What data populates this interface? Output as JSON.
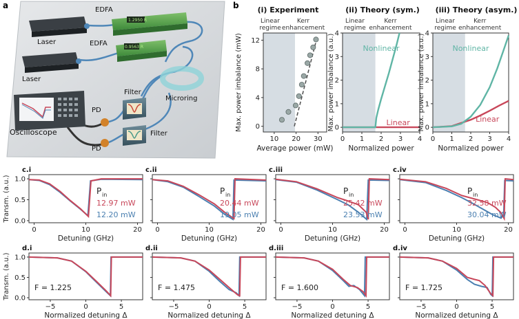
{
  "colors": {
    "red": "#c8475a",
    "blue": "#4a7fb0",
    "teal": "#5fb5a5",
    "gray": "#808a8a",
    "shade": "#d6dde3",
    "axis": "#333333"
  },
  "panel_letters": {
    "a": "a",
    "b": "b"
  },
  "setup": {
    "laser1": "Laser",
    "laser2": "Laser",
    "edfa1": "EDFA",
    "edfa2": "EDFA",
    "edfa1_display": "1.2950 R",
    "edfa2_display": "0.9563 R",
    "filter1": "Filter",
    "filter2": "Filter",
    "pd1": "PD",
    "pd2": "PD",
    "microring": "Microring",
    "oscilloscope": "Oscilloscope"
  },
  "panel_b": {
    "titles": [
      "(i) Experiment",
      "(ii) Theory (sym.)",
      "(iii) Theory (asym.)"
    ],
    "linear_regime": [
      "Linear",
      "regime"
    ],
    "kerr_enh": [
      "Kerr",
      "enhancement"
    ],
    "ylabel_exp": "Max. power imbalance (mW)",
    "ylabel_th": "Max. power imbalance (a.u.)",
    "xlabel_exp": "Average power (mW)",
    "xlabel_th": "Normalized power",
    "nonlinear": "Nonlinear",
    "linear": "Linear",
    "exp_xticks": [
      "10",
      "20",
      "30"
    ],
    "exp_yticks": [
      "0",
      "4",
      "8",
      "12"
    ],
    "th_xticks": [
      "0",
      "1",
      "2",
      "3",
      "4"
    ],
    "th_yticks": [
      "0",
      "1",
      "2",
      "3",
      "4"
    ]
  },
  "panel_c": {
    "labels": [
      "c.i",
      "c.ii",
      "c.iii",
      "c.iv"
    ],
    "ylabel": "Transm. (a.u.)",
    "xlabel": "Detuning (GHz)",
    "pin": "P",
    "pin_sub": "in",
    "red_powers": [
      "12.97 mW",
      "20.44 mW",
      "25.42 mW",
      "32.58 mW"
    ],
    "blue_powers": [
      "12.20 mW",
      "19.05 mW",
      "23.53 mW",
      "30.04 mW"
    ],
    "xticks": [
      "0",
      "10",
      "20"
    ],
    "yticks": [
      "0.0",
      "0.5",
      "1.0"
    ]
  },
  "panel_d": {
    "labels": [
      "d.i",
      "d.ii",
      "d.iii",
      "d.iv"
    ],
    "ylabel": "Transm. (a.u.)",
    "xlabel": "Normalized detuning Δ",
    "F": [
      "F = 1.225",
      "F = 1.475",
      "F = 1.600",
      "F = 1.725"
    ],
    "xticks": [
      "−5",
      "0",
      "5"
    ],
    "yticks": [
      "0.0",
      "0.5",
      "1.0"
    ]
  },
  "chart_data": [
    {
      "type": "scatter",
      "title": "(i) Experiment",
      "xlabel": "Average power (mW)",
      "ylabel": "Max. power imbalance (mW)",
      "xlim": [
        5,
        34
      ],
      "ylim": [
        -0.8,
        13
      ],
      "series": [
        {
          "values": [
            [
              13.5,
              0.9
            ],
            [
              16.5,
              2.0
            ],
            [
              19.8,
              2.9
            ],
            [
              21.3,
              4.2
            ],
            [
              22.6,
              5.8
            ],
            [
              23.5,
              7.0
            ],
            [
              25.2,
              8.8
            ],
            [
              26.4,
              9.9
            ],
            [
              27.8,
              11.0
            ],
            [
              29.1,
              12.1
            ]
          ]
        }
      ],
      "fit": [
        [
          19.2,
          0
        ],
        [
          29.6,
          12.4
        ]
      ],
      "linear_regime_x": [
        5,
        19.5
      ]
    },
    {
      "type": "line",
      "title": "(ii) Theory (sym.)",
      "xlabel": "Normalized power",
      "ylabel": "Max. power imbalance (a.u.)",
      "xlim": [
        0,
        4
      ],
      "ylim": [
        -0.2,
        4
      ],
      "series": [
        {
          "name": "Nonlinear",
          "values": [
            [
              0,
              0
            ],
            [
              1.7,
              0
            ],
            [
              1.75,
              0.4
            ],
            [
              1.85,
              0.75
            ],
            [
              2.0,
              1.2
            ],
            [
              2.2,
              1.75
            ],
            [
              2.4,
              2.3
            ],
            [
              2.6,
              2.9
            ],
            [
              2.8,
              3.5
            ],
            [
              2.95,
              4.0
            ]
          ]
        },
        {
          "name": "Linear",
          "values": [
            [
              0,
              0
            ],
            [
              4,
              0
            ]
          ]
        }
      ],
      "linear_regime_x": [
        0,
        1.7
      ]
    },
    {
      "type": "line",
      "title": "(iii) Theory (asym.)",
      "xlabel": "Normalized power",
      "ylabel": "Max. power imbalance (a.u.)",
      "xlim": [
        0,
        4
      ],
      "ylim": [
        -0.2,
        4
      ],
      "series": [
        {
          "name": "Nonlinear",
          "values": [
            [
              0,
              0
            ],
            [
              1.0,
              0.04
            ],
            [
              1.5,
              0.15
            ],
            [
              2.0,
              0.45
            ],
            [
              2.5,
              0.95
            ],
            [
              3.0,
              1.7
            ],
            [
              3.4,
              2.5
            ],
            [
              3.7,
              3.2
            ],
            [
              4.0,
              3.9
            ]
          ]
        },
        {
          "name": "Linear",
          "values": [
            [
              0,
              0
            ],
            [
              1.0,
              0.05
            ],
            [
              2.0,
              0.32
            ],
            [
              2.5,
              0.5
            ],
            [
              3.0,
              0.7
            ],
            [
              3.5,
              0.92
            ],
            [
              4.0,
              1.12
            ]
          ]
        }
      ],
      "linear_regime_x": [
        0,
        1.7
      ]
    },
    {
      "type": "line",
      "title": "c.i",
      "xlim": [
        -1,
        21
      ],
      "ylim": [
        -0.05,
        1.1
      ],
      "series": [
        {
          "name": "12.97 mW",
          "values": [
            [
              -1,
              0.98
            ],
            [
              1,
              0.97
            ],
            [
              3,
              0.88
            ],
            [
              5,
              0.7
            ],
            [
              7,
              0.48
            ],
            [
              9,
              0.28
            ],
            [
              10.5,
              0.1
            ],
            [
              11,
              0.95
            ],
            [
              13,
              1.0
            ],
            [
              21,
              1.0
            ]
          ]
        },
        {
          "name": "12.20 mW",
          "values": [
            [
              -1,
              0.98
            ],
            [
              1,
              0.96
            ],
            [
              3,
              0.86
            ],
            [
              5,
              0.68
            ],
            [
              7,
              0.47
            ],
            [
              9,
              0.27
            ],
            [
              10.4,
              0.12
            ],
            [
              10.9,
              0.95
            ],
            [
              13,
              0.99
            ],
            [
              21,
              0.98
            ]
          ]
        }
      ]
    },
    {
      "type": "line",
      "title": "c.ii",
      "xlim": [
        -1,
        21
      ],
      "ylim": [
        -0.05,
        1.1
      ],
      "series": [
        {
          "name": "20.44 mW",
          "values": [
            [
              -1,
              0.98
            ],
            [
              2,
              0.95
            ],
            [
              5,
              0.82
            ],
            [
              8,
              0.62
            ],
            [
              11,
              0.4
            ],
            [
              13,
              0.2
            ],
            [
              14.8,
              0.05
            ],
            [
              15,
              1.0
            ],
            [
              21,
              0.97
            ]
          ]
        },
        {
          "name": "19.05 mW",
          "values": [
            [
              -1,
              0.98
            ],
            [
              2,
              0.93
            ],
            [
              5,
              0.8
            ],
            [
              8,
              0.58
            ],
            [
              11,
              0.35
            ],
            [
              13,
              0.15
            ],
            [
              14.6,
              0.03
            ],
            [
              14.8,
              0.97
            ],
            [
              21,
              0.95
            ]
          ]
        }
      ]
    },
    {
      "type": "line",
      "title": "c.iii",
      "xlim": [
        -1,
        21
      ],
      "ylim": [
        -0.05,
        1.1
      ],
      "series": [
        {
          "name": "25.42 mW",
          "values": [
            [
              -1,
              0.99
            ],
            [
              3,
              0.93
            ],
            [
              7,
              0.76
            ],
            [
              11,
              0.55
            ],
            [
              13,
              0.47
            ],
            [
              15,
              0.38
            ],
            [
              16.5,
              0.2
            ],
            [
              16.9,
              0.03
            ],
            [
              17.1,
              1.0
            ],
            [
              21,
              0.98
            ]
          ]
        },
        {
          "name": "23.53 mW",
          "values": [
            [
              -1,
              0.98
            ],
            [
              3,
              0.92
            ],
            [
              7,
              0.73
            ],
            [
              11,
              0.5
            ],
            [
              13,
              0.38
            ],
            [
              15,
              0.2
            ],
            [
              16.6,
              0.03
            ],
            [
              16.9,
              0.97
            ],
            [
              21,
              0.96
            ]
          ]
        }
      ]
    },
    {
      "type": "line",
      "title": "c.iv",
      "xlim": [
        -1,
        21
      ],
      "ylim": [
        -0.05,
        1.1
      ],
      "series": [
        {
          "name": "32.58 mW",
          "values": [
            [
              -1,
              0.99
            ],
            [
              4,
              0.93
            ],
            [
              8,
              0.77
            ],
            [
              11,
              0.6
            ],
            [
              14,
              0.5
            ],
            [
              16,
              0.43
            ],
            [
              17.5,
              0.32
            ],
            [
              18.5,
              0.2
            ],
            [
              19.2,
              0.05
            ],
            [
              19.4,
              1.0
            ],
            [
              21,
              0.98
            ]
          ]
        },
        {
          "name": "30.04 mW",
          "values": [
            [
              -1,
              0.98
            ],
            [
              4,
              0.91
            ],
            [
              8,
              0.72
            ],
            [
              11,
              0.55
            ],
            [
              13,
              0.42
            ],
            [
              15,
              0.28
            ],
            [
              17,
              0.14
            ],
            [
              18.6,
              0.06
            ],
            [
              19.1,
              0.15
            ],
            [
              19.3,
              0.96
            ],
            [
              21,
              0.95
            ]
          ]
        }
      ]
    },
    {
      "type": "line",
      "title": "d.i",
      "xlim": [
        -8,
        8
      ],
      "ylim": [
        -0.05,
        1.1
      ],
      "series": [
        {
          "values": [
            [
              -8,
              1.0
            ],
            [
              -4,
              0.98
            ],
            [
              -2,
              0.9
            ],
            [
              0,
              0.65
            ],
            [
              1.5,
              0.4
            ],
            [
              2.8,
              0.18
            ],
            [
              3.5,
              0.05
            ],
            [
              3.6,
              1.0
            ],
            [
              8,
              1.0
            ]
          ]
        },
        {
          "values": [
            [
              -8,
              1.0
            ],
            [
              -4,
              0.98
            ],
            [
              -2,
              0.9
            ],
            [
              0,
              0.64
            ],
            [
              1.5,
              0.38
            ],
            [
              2.8,
              0.16
            ],
            [
              3.45,
              0.05
            ],
            [
              3.55,
              1.0
            ],
            [
              8,
              1.0
            ]
          ]
        }
      ]
    },
    {
      "type": "line",
      "title": "d.ii",
      "xlim": [
        -8,
        8
      ],
      "ylim": [
        -0.05,
        1.1
      ],
      "series": [
        {
          "values": [
            [
              -8,
              1.0
            ],
            [
              -4,
              0.98
            ],
            [
              -2,
              0.9
            ],
            [
              0,
              0.68
            ],
            [
              1.5,
              0.45
            ],
            [
              3,
              0.22
            ],
            [
              4,
              0.07
            ],
            [
              4.3,
              0.05
            ],
            [
              4.4,
              1.0
            ],
            [
              8,
              1.0
            ]
          ]
        },
        {
          "values": [
            [
              -8,
              1.0
            ],
            [
              -4,
              0.98
            ],
            [
              -2,
              0.9
            ],
            [
              0,
              0.65
            ],
            [
              1.5,
              0.4
            ],
            [
              2.8,
              0.2
            ],
            [
              3.8,
              0.12
            ],
            [
              4.2,
              0.05
            ],
            [
              4.3,
              1.0
            ],
            [
              8,
              1.0
            ]
          ]
        }
      ]
    },
    {
      "type": "line",
      "title": "d.iii",
      "xlim": [
        -8,
        8
      ],
      "ylim": [
        -0.05,
        1.1
      ],
      "series": [
        {
          "values": [
            [
              -8,
              1.0
            ],
            [
              -4,
              0.98
            ],
            [
              -2,
              0.9
            ],
            [
              0,
              0.7
            ],
            [
              1.5,
              0.45
            ],
            [
              2.5,
              0.3
            ],
            [
              3.5,
              0.25
            ],
            [
              4.3,
              0.15
            ],
            [
              4.7,
              0.05
            ],
            [
              4.8,
              1.0
            ],
            [
              8,
              1.0
            ]
          ]
        },
        {
          "values": [
            [
              -8,
              1.0
            ],
            [
              -4,
              0.98
            ],
            [
              -2,
              0.9
            ],
            [
              0,
              0.67
            ],
            [
              1.5,
              0.42
            ],
            [
              2.3,
              0.28
            ],
            [
              3,
              0.3
            ],
            [
              3.8,
              0.2
            ],
            [
              4.5,
              0.05
            ],
            [
              4.6,
              1.0
            ],
            [
              8,
              1.0
            ]
          ]
        }
      ]
    },
    {
      "type": "line",
      "title": "d.iv",
      "xlim": [
        -8,
        8
      ],
      "ylim": [
        -0.05,
        1.1
      ],
      "series": [
        {
          "values": [
            [
              -8,
              1.0
            ],
            [
              -4,
              0.98
            ],
            [
              -2,
              0.9
            ],
            [
              0,
              0.72
            ],
            [
              1.5,
              0.5
            ],
            [
              2.5,
              0.45
            ],
            [
              3.2,
              0.42
            ],
            [
              4,
              0.3
            ],
            [
              4.8,
              0.1
            ],
            [
              5.1,
              0.05
            ],
            [
              5.2,
              1.0
            ],
            [
              8,
              1.0
            ]
          ]
        },
        {
          "values": [
            [
              -8,
              1.0
            ],
            [
              -4,
              0.98
            ],
            [
              -2,
              0.9
            ],
            [
              0,
              0.68
            ],
            [
              1.5,
              0.45
            ],
            [
              2.5,
              0.33
            ],
            [
              3.5,
              0.28
            ],
            [
              4.3,
              0.25
            ],
            [
              4.8,
              0.08
            ],
            [
              5,
              0.05
            ],
            [
              5.1,
              1.0
            ],
            [
              8,
              1.0
            ]
          ]
        }
      ]
    }
  ]
}
